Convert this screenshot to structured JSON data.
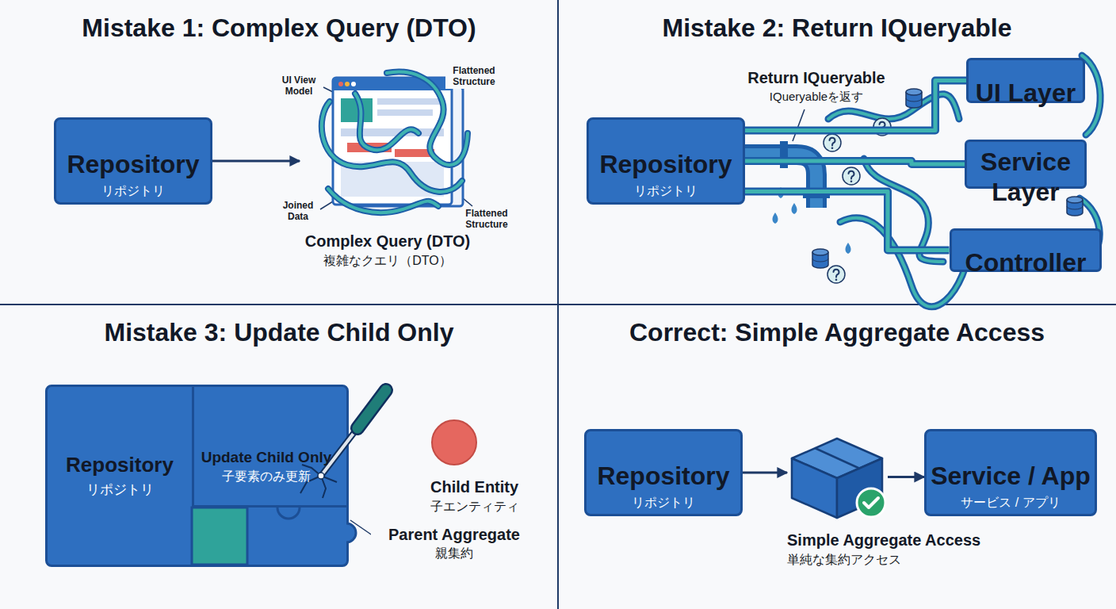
{
  "diagram": {
    "nodes": [
      {
        "text": [
          "Mistake 1: Complex Query (DTO)"
        ]
      },
      {
        "text": [
          "Repository",
          "リポジトリ"
        ],
        "in": 0
      },
      {
        "text": [
          "Complex Query (DTO)",
          "複雑なクエリ（DTO）"
        ],
        "in": 0
      },
      {
        "text": [
          "Mistake 2: Return IQueryable"
        ]
      },
      {
        "text": [
          "Repository",
          "リポジトリ"
        ],
        "in": 3
      },
      {
        "text": [
          "UI Layer"
        ],
        "in": 3
      },
      {
        "text": [
          "Service Layer"
        ],
        "in": 3
      },
      {
        "text": [
          "Controller"
        ],
        "in": 3
      },
      {
        "text": [
          "Mistake 3: Update Child Only"
        ]
      },
      {
        "text": [
          "Repository",
          "リポジトリ"
        ],
        "in": 8
      },
      {
        "text": [
          "Update Child Only",
          "子要素のみ更新"
        ],
        "in": 9
      },
      {
        "text": [
          "Child Entity",
          "子エンティティ"
        ],
        "in": 8
      },
      {
        "text": [
          "Correct: Simple Aggregate Access"
        ]
      },
      {
        "text": [
          "Repository",
          "リポジトリ"
        ],
        "in": 12
      },
      {
        "text": [
          "Simple Aggregate Access",
          "単純な集約アクセス"
        ],
        "in": 12
      },
      {
        "text": [
          "Service / App",
          "サービス / アプリ"
        ],
        "in": 12
      }
    ],
    "edges": [
      {
        "from": 1,
        "to": 2,
        "arrow": "to"
      },
      {
        "from": 4,
        "to": 5,
        "arrow": "none"
      },
      {
        "from": 4,
        "to": 6,
        "arrow": "none"
      },
      {
        "from": 4,
        "to": 7,
        "arrow": "none"
      },
      {
        "from": 13,
        "to": 14,
        "arrow": "to"
      },
      {
        "from": 14,
        "to": 15,
        "arrow": "to"
      }
    ],
    "labels": [
      "UI View Model",
      "Flattened Structure",
      "Joined Data",
      "Flattened Structure",
      "Return IQueryable",
      "IQueryableを返す",
      "Parent Aggregate",
      "親集約"
    ]
  }
}
